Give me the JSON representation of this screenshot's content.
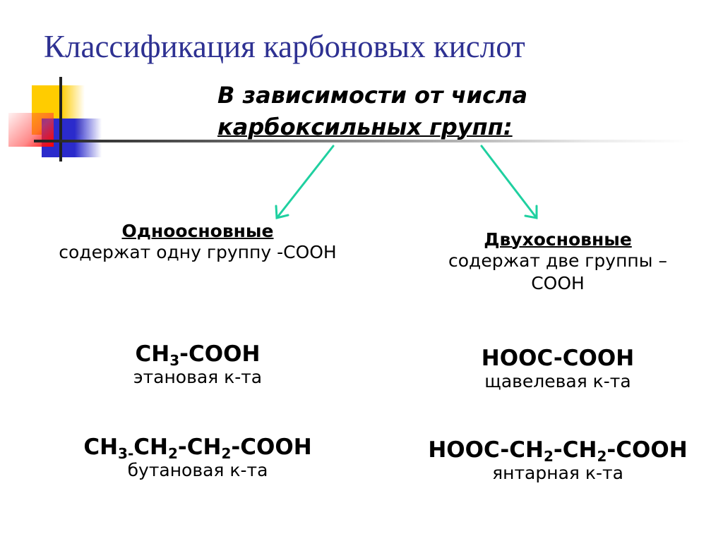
{
  "slide": {
    "title": "Классификация карбоновых кислот",
    "subtitle": {
      "line1": "В зависимости от числа",
      "line2": "карбоксильных групп:"
    },
    "colors": {
      "title": "#2e3192",
      "arrow": "#1fd0a0",
      "deco_yellow": "#ffcc00",
      "deco_red": "#ff0000",
      "deco_blue": "#2b2bcc"
    }
  },
  "left": {
    "heading": "Одноосновные",
    "description": "содержат одну группу -COOH",
    "examples": [
      {
        "formula_parts": [
          "CH",
          "3",
          "-COOH"
        ],
        "name": "этановая к-та"
      },
      {
        "formula_parts": [
          "CH",
          "3-",
          "CH",
          "2",
          "-CH",
          "2",
          "-COOH"
        ],
        "name": "бутановая к-та"
      }
    ]
  },
  "right": {
    "heading": "Двухосновные",
    "description_line1": "содержат две группы –",
    "description_line2": "COOH",
    "examples": [
      {
        "formula_parts": [
          "HOOC-COOH"
        ],
        "name": "щавелевая к-та"
      },
      {
        "formula_parts": [
          "HOOC-CH",
          "2",
          "-CH",
          "2",
          "-COOH"
        ],
        "name": "янтарная к-та"
      }
    ]
  }
}
